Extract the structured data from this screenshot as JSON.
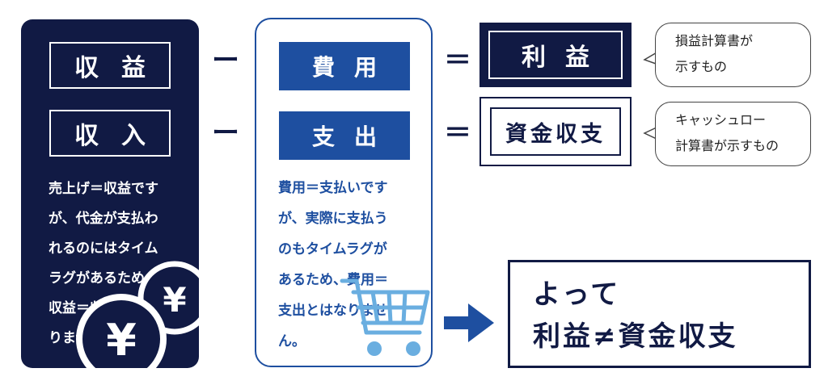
{
  "left": {
    "revenue_label": "収益",
    "income_label": "収入",
    "description": [
      "売上げ＝収益です",
      "が、代金が支払わ",
      "れるのにはタイム",
      "ラグがあるため、",
      "収益＝収入とはな",
      "りません。"
    ],
    "coin_symbol": "¥"
  },
  "operators": {
    "minus": "ー",
    "equals": "＝"
  },
  "middle": {
    "expense_label": "費用",
    "expenditure_label": "支出",
    "description": [
      "費用＝支払いです",
      "が、実際に支払う",
      "のもタイムラグが",
      "あるため、費用＝",
      "支出とはなりませ",
      "ん。"
    ]
  },
  "results": {
    "profit_label": "利益",
    "cash_balance_label": "資金収支"
  },
  "bubbles": {
    "profit_note": [
      "損益計算書が",
      "示すもの"
    ],
    "cash_note": [
      "キャッシュロー",
      "計算書が示すもの"
    ]
  },
  "conclusion": {
    "line1": "よって",
    "line2": "利益≠資金収支"
  },
  "colors": {
    "navy": "#111a44",
    "blue": "#1e4fa0",
    "light_blue": "#5b9bd5"
  },
  "icons": [
    "yen-coin-icon",
    "shopping-cart-icon",
    "arrow-right-icon"
  ]
}
